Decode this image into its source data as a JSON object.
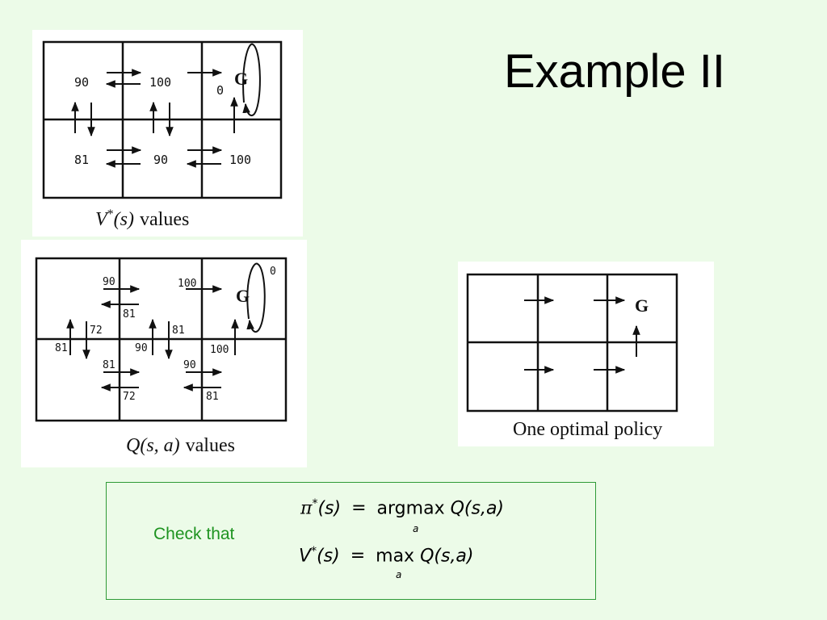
{
  "slide": {
    "title": "Example II"
  },
  "v_panel": {
    "cells": [
      "90",
      "100",
      "0",
      "81",
      "90",
      "100"
    ],
    "goal": "G",
    "caption_symbol": "V",
    "caption_star": "*",
    "caption_arg": "(s)",
    "caption_word": "values"
  },
  "q_panel": {
    "labels": [
      "90",
      "81",
      "100",
      "0",
      "72",
      "81",
      "90",
      "81",
      "100",
      "81",
      "72",
      "90",
      "81"
    ],
    "goal": "G",
    "caption_symbol": "Q(s, a)",
    "caption_word": "values"
  },
  "policy_panel": {
    "goal": "G",
    "caption": "One optimal policy"
  },
  "check": {
    "label": "Check that",
    "eq1_lhs_pi": "π",
    "eq1_lhs_star": "*",
    "eq1_lhs_arg": "(s)",
    "eq1_equals": "=",
    "eq1_op": "argmax",
    "eq1_sub": "a",
    "eq1_rhs": "Q(s,a)",
    "eq2_lhs_v": "V",
    "eq2_lhs_star": "*",
    "eq2_lhs_arg": "(s)",
    "eq2_equals": "=",
    "eq2_op": "max",
    "eq2_sub": "a",
    "eq2_rhs": "Q(s,a)"
  }
}
